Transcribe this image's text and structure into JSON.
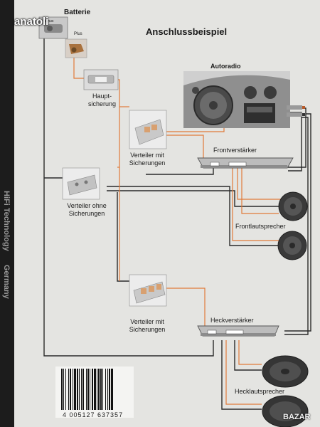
{
  "watermark": "anatoli",
  "spine_texts": [
    "HiFi Technology",
    "Germany"
  ],
  "title": "Anschlussbeispiel",
  "labels": {
    "battery": "Batterie",
    "plus": "Plus",
    "minus": "Minus",
    "main_fuse": [
      "Haupt-",
      "sicherung"
    ],
    "distributor_fused_1": [
      "Verteiler mit",
      "Sicherungen"
    ],
    "distributor_unfused": [
      "Verteiler ohne",
      "Sicherungen"
    ],
    "distributor_fused_2": [
      "Verteiler mit",
      "Sicherungen"
    ],
    "head_unit": "Autoradio",
    "front_amp": "Frontverstärker",
    "rear_amp": "Heckverstärker",
    "front_speakers": "Frontlautsprecher",
    "rear_speakers": "Hecklautsprecher"
  },
  "barcode_number": "4 005127 637357",
  "corner_logo": "BAZAR",
  "colors": {
    "paper": "#e4e4e1",
    "power_wire": "#e07a3a",
    "ground_wire": "#2a2a2a",
    "spine": "#1c1c1c"
  }
}
